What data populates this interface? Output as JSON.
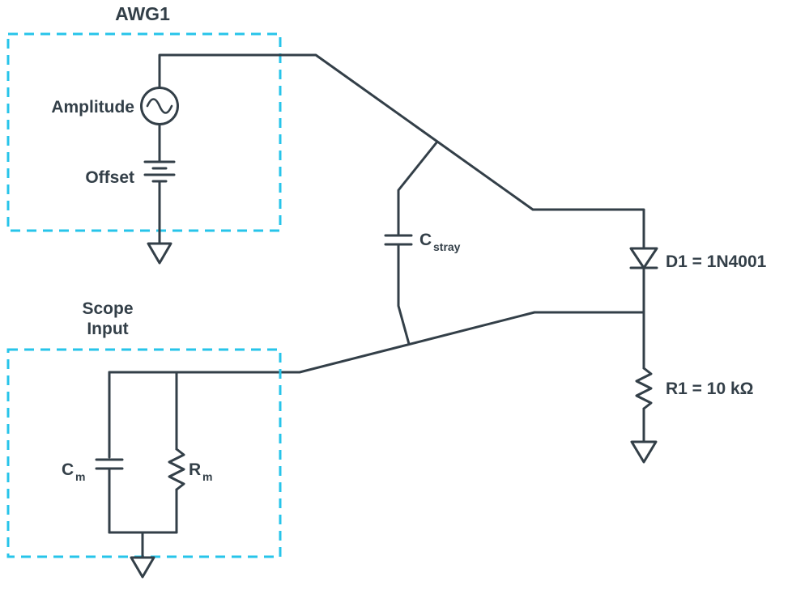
{
  "labels": {
    "awg_title": "AWG1",
    "amplitude": "Amplitude",
    "offset": "Offset",
    "scope_line1": "Scope",
    "scope_line2": "Input",
    "cstray_base": "C",
    "cstray_sub": "stray",
    "cm_base": "C",
    "cm_sub": "m",
    "rm_base": "R",
    "rm_sub": "m",
    "d1": "D1 = 1N4001",
    "r1": "R1 = 10 kΩ"
  },
  "colors": {
    "wire": "#333f48",
    "dashed_box": "#27c4ea",
    "background": "#ffffff"
  }
}
